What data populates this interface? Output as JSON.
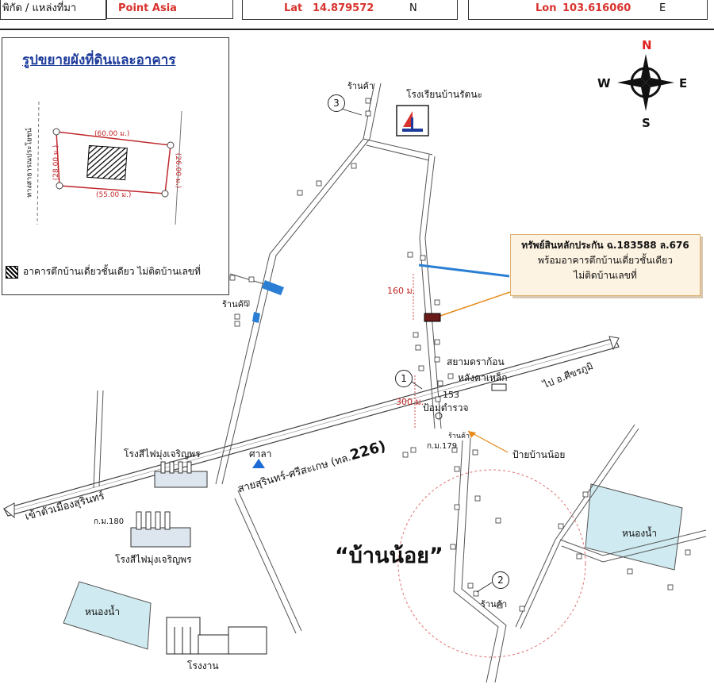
{
  "header": {
    "coord_label": "พิกัด / แหล่งที่มา",
    "source": "Point Asia",
    "lat_label": "Lat",
    "lat_value": "14.879572",
    "lat_dir": "N",
    "lon_label": "Lon",
    "lon_value": "103.616060",
    "lon_dir": "E"
  },
  "inset": {
    "title": "รูปขยายผังที่ดินและอาคาร",
    "side_top": "(60.00 ม.)",
    "side_bottom": "(55.00 ม.)",
    "side_left": "(28.00 ม.)",
    "side_right": "(26.00 ม.)",
    "road_label": "ทางสาธารณประโยชน์",
    "legend": "อาคารตึกบ้านเดี่ยวชั้นเดียว ไม่ติดบ้านเลขที่"
  },
  "compass": {
    "n": "N",
    "s": "S",
    "e": "E",
    "w": "W"
  },
  "callout": {
    "line1": "ทรัพย์สินหลักประกัน ฉ.183588 ล.676",
    "line2": "พร้อมอาคารตึกบ้านเดี่ยวชั้นเดียว",
    "line3": "ไม่ติดบ้านเลขที่"
  },
  "labels": {
    "shop": "ร้านค้า",
    "school": "โรงเรียนบ้านรัตนะ",
    "dist_160": "160 ม.",
    "dist_300": "300 ม.",
    "siam": "สยามดราก้อน",
    "siam2": "หลังคาเหล็ก",
    "house_153": "153",
    "police": "ป้อมตำรวจ",
    "road_to_amphoe": "ไป อ.ศีขรภูมิ",
    "highway": "สายสุรินทร์-ศรีสะเกษ (ทล.",
    "highway_num": "226)",
    "km179": "ก.ม.179",
    "km180": "ก.ม.180",
    "village_sign": "ป้ายบ้านน้อย",
    "sala": "ศาลา",
    "mill_top": "โรงสีไฟมุ่งเจริญพร",
    "mill_bottom": "โรงสีไฟมุ่งเจริญพร",
    "to_city": "เข้าตัวเมืองสุรินทร์",
    "village": "“บ้านน้อย”",
    "pond1": "หนองน้ำ",
    "pond2": "หนองน้ำ",
    "factory": "โรงงาน",
    "shop_small": "ร้านค้า"
  },
  "markers": {
    "m1": "1",
    "m2": "2",
    "m3": "3"
  },
  "colors": {
    "road": "#555555",
    "accent_red": "#d8322c",
    "pond": "#cfeaf0",
    "blue_line": "#2a7fd4",
    "orange_line": "#e68a1a"
  }
}
